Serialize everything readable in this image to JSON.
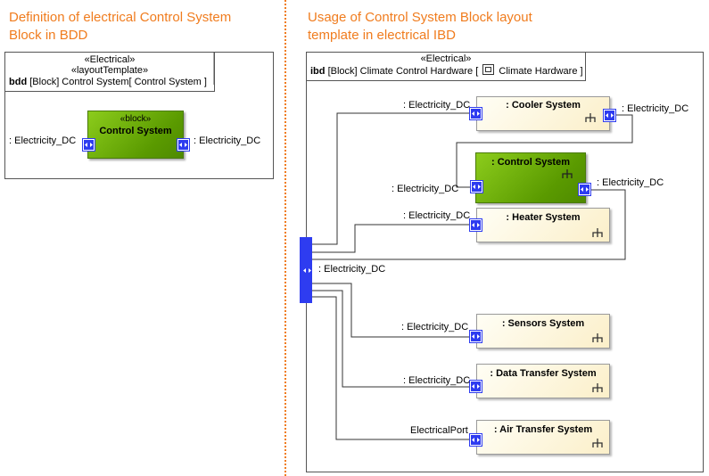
{
  "left_heading": [
    "Definition of electrical Control System",
    "Block in BDD"
  ],
  "right_heading": [
    "Usage of Control System Block layout",
    "template in electrical IBD"
  ],
  "bdd": {
    "stereotypes": [
      "«Electrical»",
      "«layoutTemplate»"
    ],
    "kind": "bdd",
    "title": "[Block] Control System[ Control System ]",
    "block_stereotype": "«block»",
    "block_name": "Control System",
    "left_port_label": ": Electricity_DC",
    "right_port_label": ": Electricity_DC"
  },
  "ibd": {
    "stereotype": "«Electrical»",
    "kind": "ibd",
    "title_prefix": "[Block] Climate Control Hardware [",
    "title_suffix": "Climate Hardware ]",
    "bus_label": ": Electricity_DC",
    "parts": [
      {
        "name": ": Cooler System",
        "left_label": ": Electricity_DC",
        "right_label": ": Electricity_DC"
      },
      {
        "name": ": Control System",
        "left_label": ": Electricity_DC",
        "right_label": ": Electricity_DC"
      },
      {
        "name": ": Heater System",
        "left_label": ": Electricity_DC"
      },
      {
        "name": ": Sensors System",
        "left_label": ": Electricity_DC"
      },
      {
        "name": ": Data Transfer System",
        "left_label": ": Electricity_DC"
      },
      {
        "name": ": Air Transfer System",
        "left_label": "ElectricalPort"
      }
    ]
  },
  "colors": {
    "heading": "#f07c1e",
    "port": "#2e3cf0",
    "block_green": "#6aaa10",
    "part_fill": "#fbefc9"
  }
}
